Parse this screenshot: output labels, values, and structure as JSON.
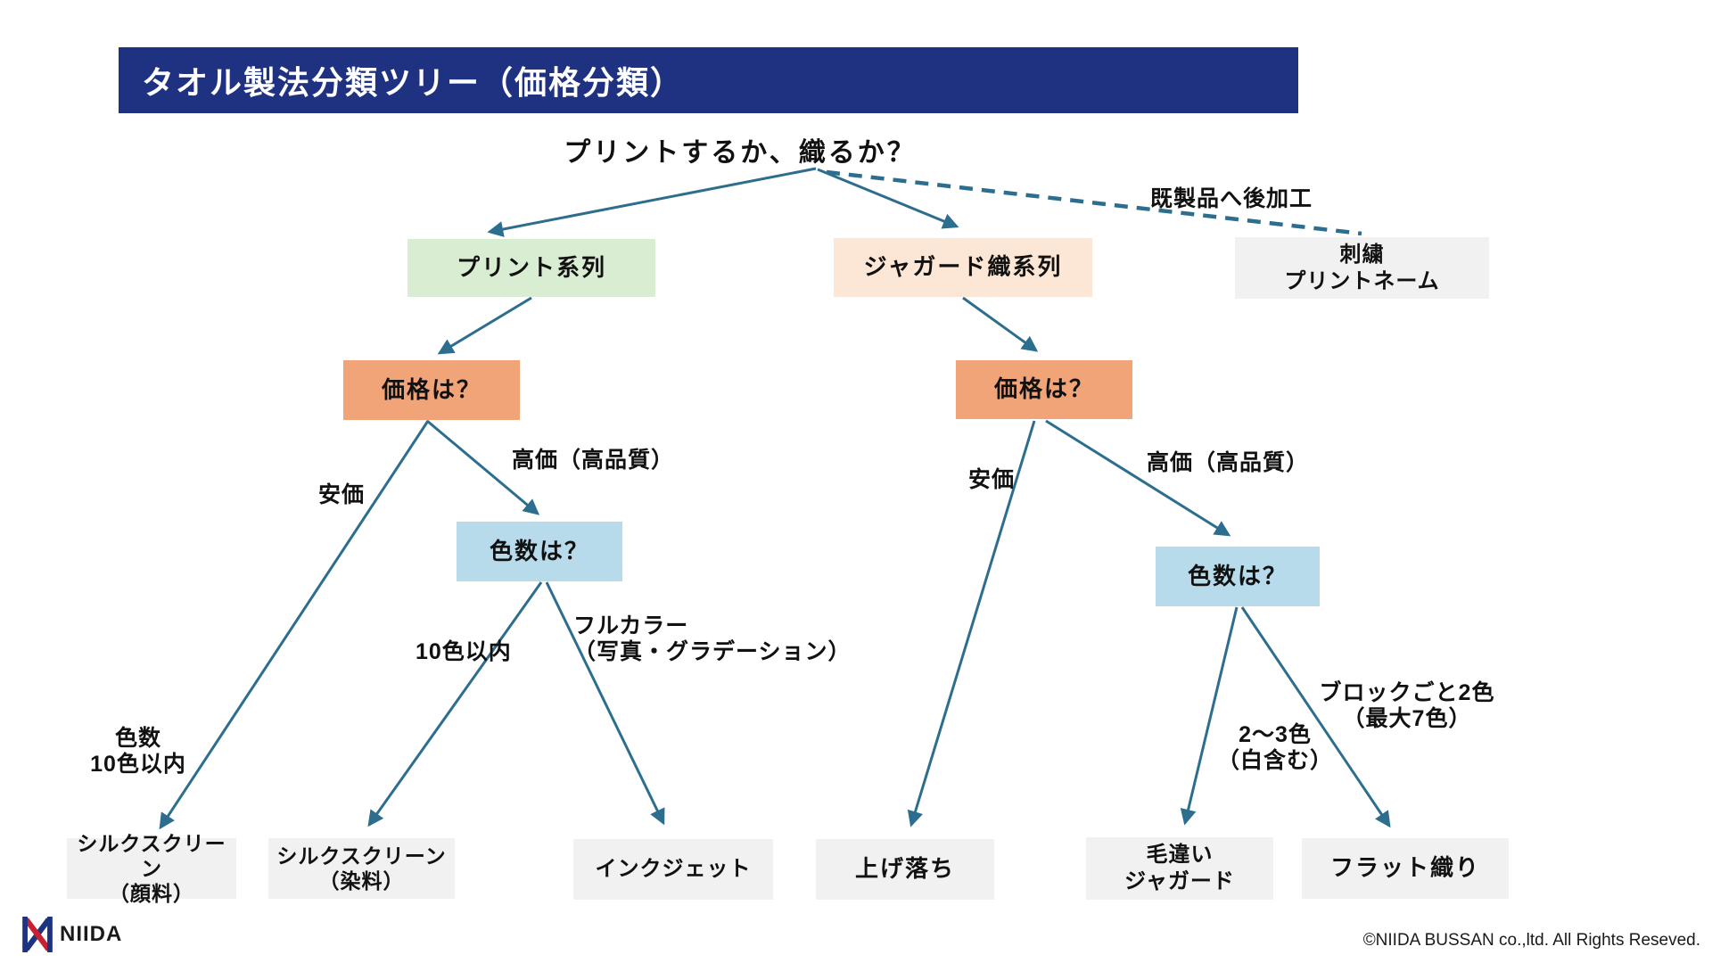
{
  "header": {
    "title": "タオル製法分類ツリー（価格分類）"
  },
  "tree": {
    "root_question": "プリントするか、織るか？",
    "nodes": {
      "print_series": {
        "label": "プリント系列"
      },
      "jacquard_series": {
        "label": "ジャガード織系列"
      },
      "embroidery": {
        "label": [
          "刺繍",
          "プリントネーム"
        ]
      },
      "price_print": {
        "label": "価格は？"
      },
      "colors_print": {
        "label": "色数は？"
      },
      "price_jacquard": {
        "label": "価格は？"
      },
      "colors_jacquard": {
        "label": "色数は？"
      },
      "silkscreen_pigment": {
        "label": [
          "シルクスクリーン",
          "（顔料）"
        ]
      },
      "silkscreen_dye": {
        "label": [
          "シルクスクリーン",
          "（染料）"
        ]
      },
      "inkjet": {
        "label": "インクジェット"
      },
      "ageochi": {
        "label": "上げ落ち"
      },
      "kechigai_jacquard": {
        "label": [
          "毛違い",
          "ジャガード"
        ]
      },
      "flat_weave": {
        "label": "フラット織り"
      }
    },
    "edge_labels": {
      "post_processing": "既製品へ後加工",
      "print_cheap": "安価",
      "print_expensive": "高価（高品質）",
      "pigment_colors": [
        "色数",
        "10色以内"
      ],
      "dye_colors": "10色以内",
      "fullcolor": [
        "フルカラー",
        "（写真・グラデーション）"
      ],
      "jacquard_cheap": "安価",
      "jacquard_expensive": "高価（高品質）",
      "two_three_colors": [
        "2～3色",
        "（白含む）"
      ],
      "block_colors": [
        "ブロックごと2色",
        "（最大7色）"
      ]
    }
  },
  "footer": {
    "brand": "NIIDA",
    "copyright": "©NIIDA BUSSAN co.,ltd. All Rights Reseved."
  },
  "colors": {
    "header_bg": "#1F3282",
    "node_green": "#D9EDD2",
    "node_peach": "#FCE6D5",
    "node_orange": "#F0A478",
    "node_blue": "#B7DBEB",
    "node_gray": "#F1F1F1",
    "edge": "#2D6E8E",
    "text": "#111111",
    "logo_navy": "#1E3282",
    "logo_red": "#C8202F"
  }
}
